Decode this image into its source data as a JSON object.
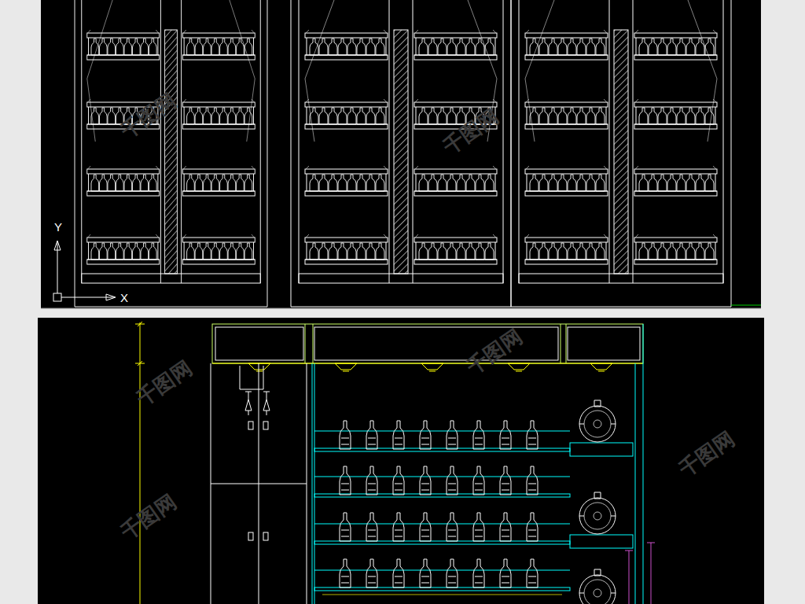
{
  "diagram": {
    "labels": [
      "Y",
      "X",
      "千图网",
      "千图网",
      "千图网",
      "千图网",
      "千图网",
      "千图网"
    ]
  }
}
